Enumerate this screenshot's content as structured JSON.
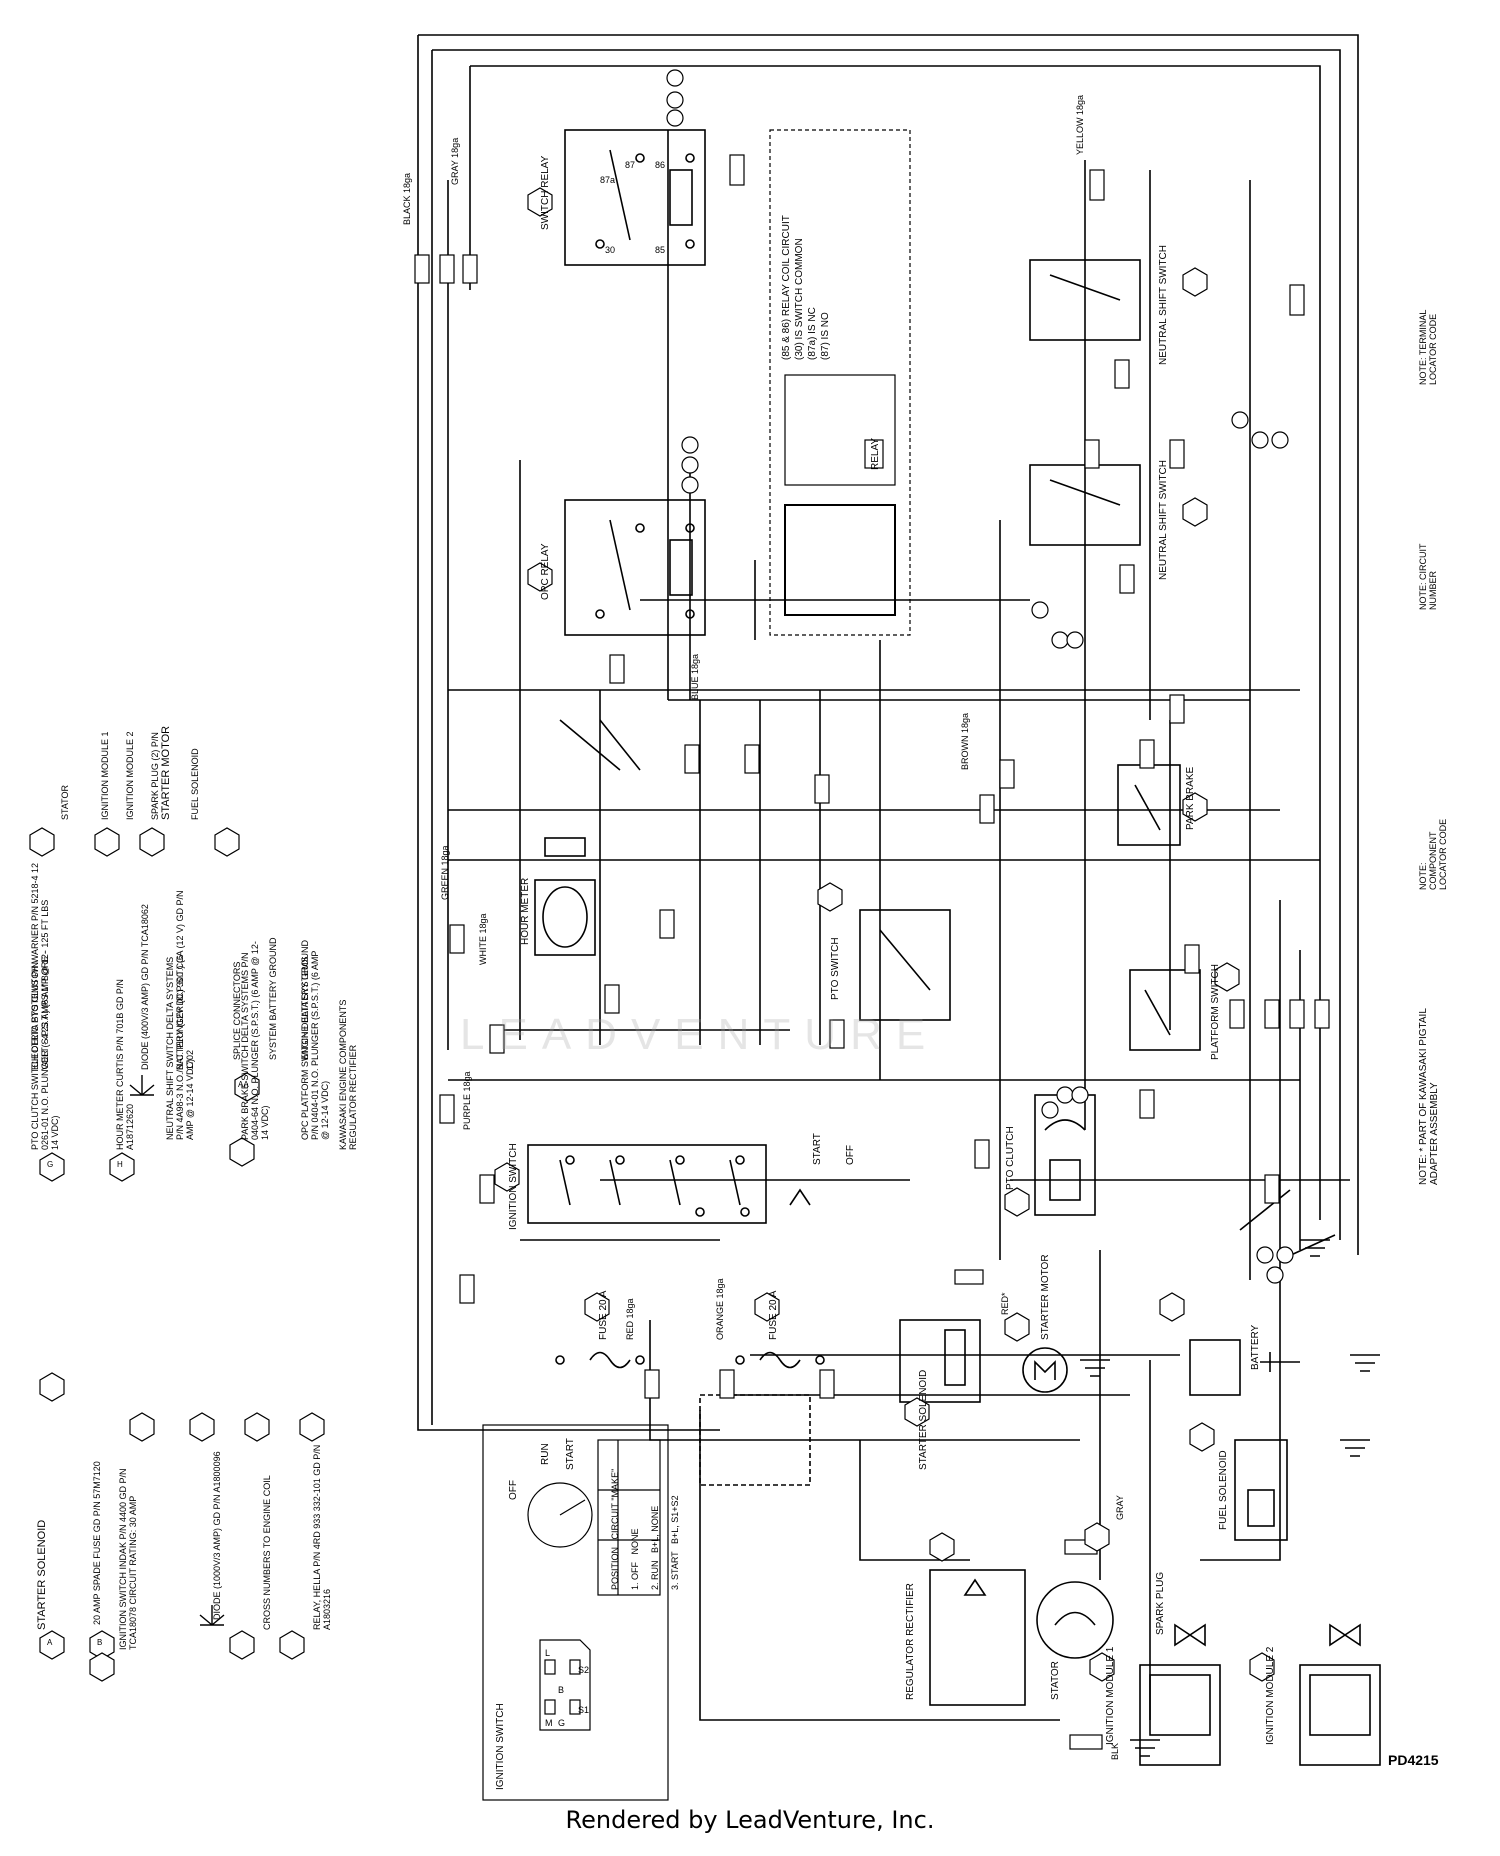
{
  "drawing_code": "PD4215",
  "footer": "Rendered by LeadVenture, Inc.",
  "watermark": "LEADVENTURE",
  "components": {
    "ignition_switch": "IGNITION SWITCH",
    "fuse_left": "FUSE 20 A",
    "fuse_right": "FUSE 20 A",
    "starter_motor": "STARTER MOTOR",
    "starter_solenoid": "STARTER SOLENOID",
    "battery": "BATTERY",
    "fuel_solenoid": "FUEL SOLENOID",
    "regulator_rectifier": "REGULATOR RECTIFIER",
    "stator": "STATOR",
    "ignition_module_1": "IGNITION MODULE 1",
    "ignition_module_2": "IGNITION MODULE 2",
    "spark_plug": "SPARK PLUG",
    "hour_meter": "HOUR METER",
    "pto_switch": "PTO SWITCH",
    "pto_clutch": "PTO CLUTCH",
    "park_brake": "PARK BRAKE",
    "platform_switch": "PLATFORM SWITCH",
    "neutral_switch_1": "NEUTRAL SHIFT SWITCH",
    "neutral_switch_2": "NEUTRAL SHIFT SWITCH",
    "switch_relay": "SWITCH RELAY",
    "opc_relay": "OPC RELAY",
    "relay": "RELAY"
  },
  "relay_legend": [
    "(85 & 86) RELAY COIL CIRCUIT",
    "(30) IS SWITCH COMMON",
    "(87a) IS NC",
    "(87) IS NO"
  ],
  "switch_positions": {
    "off": "OFF",
    "run": "RUN",
    "start": "START"
  },
  "wire_labels": [
    "BLACK 18ga",
    "GRAY 18ga",
    "YELLOW 18ga",
    "WHITE 18ga",
    "PURPLE 18ga",
    "GREEN 18ga",
    "RED 18ga",
    "ORANGE 18ga",
    "BROWN 18ga",
    "BLUE 18ga",
    "BLK",
    "GRAY",
    "RED*"
  ],
  "legend": [
    {
      "id": "A",
      "text": "STARTER SOLENOID"
    },
    {
      "id": "B",
      "text": "20 AMP SPADE FUSE  GD P/N 57M7120"
    },
    {
      "id": "C",
      "text": "IGNITION SWITCH  INDAK P/N 4400  GD P/N TCA18078  CIRCUIT RATING: 30 AMP"
    },
    {
      "id": "D",
      "text": "DIODE (1000V/3 AMP)  GD P/N A1800096"
    },
    {
      "id": "E",
      "text": "CROSS NUMBERS TO ENGINE COIL"
    },
    {
      "id": "F",
      "text": "RELAY, HELLA P/N 4RD 933 332-101  GD P/N A1803216"
    },
    {
      "id": "G",
      "text": "PTO CLUTCH SWITCH  DELTA SYSTEMS P/N 0261-01  N.O. PLUNGER (S.P.S.T.)  (6 AMP @ 12-14 VDC)"
    },
    {
      "id": "H",
      "text": "HOUR METER  CURTIS P/N 701B  GD P/N A18712620"
    },
    {
      "id": "J",
      "text": "NEUTRAL SHIFT SWITCH  DELTA SYSTEMS P/N 4A98-3  N.O./N.C. PLUNGER (D.P.S.T.)  (6 AMP @ 12-14 VDC)"
    },
    {
      "id": "L",
      "text": "PARK BRAKE SWITCH  DELTA SYSTEMS P/N 0404-64  N.O. PLUNGER (S.P.S.T.)  (6 AMP @ 12-14 VDC)"
    },
    {
      "id": "M",
      "text": "OPC PLATFORM SWITCH  DELTA SYSTEMS P/N 0404-01  N.O. PLUNGER (S.P.S.T.)  (6 AMP @ 12-14 VDC)"
    },
    {
      "id": "Q",
      "text": "ELECTRIC PTO CLUTCH  WARNER P/N 5218-4  12 VOLT - 4.23 AMPS  1\" BORE - 125 FT LBS"
    },
    {
      "id": "D",
      "text": "DIODE (400V/3 AMP)  GD P/N TCA18062"
    },
    {
      "id": "V",
      "text": "BATTERY (12V DC)  300 CCA (12 V)  GD P/N 1702"
    },
    {
      "id": "S",
      "text": "SPLICE CONNECTORS"
    },
    {
      "id": "T",
      "text": "SYSTEM BATTERY GROUND"
    },
    {
      "id": "Y",
      "text": "ENGINE BATTERY GROUND"
    },
    {
      "id": "AA",
      "text": "KAWASAKI ENGINE COMPONENTS  REGULATOR RECTIFIER"
    },
    {
      "id": "AB",
      "text": "STATOR"
    },
    {
      "id": "AC",
      "text": "IGNITION MODULE 1"
    },
    {
      "id": "AD",
      "text": "IGNITION MODULE 2"
    },
    {
      "id": "AE",
      "text": "SPARK PLUG (2) P/N"
    },
    {
      "id": "AF",
      "text": "STARTER MOTOR"
    },
    {
      "id": "AG",
      "text": "FUEL SOLENOID"
    }
  ],
  "notes": [
    "NOTE:  * PART OF KAWASAKI PIGTAIL ADAPTER ASSEMBLY",
    "NOTE:  COMPONENT LOCATOR CODE",
    "NOTE:  CIRCUIT NUMBER",
    "NOTE:  TERMINAL LOCATOR CODE"
  ],
  "circuit_table": {
    "headers": [
      "POSITION",
      "CIRCUIT \"MAKE\""
    ],
    "rows": [
      [
        "1. OFF",
        "NONE"
      ],
      [
        "2. RUN",
        "B+L, NONE"
      ],
      [
        "3. START",
        "B+L, S1+S2"
      ]
    ]
  },
  "terminals": [
    "S1",
    "S2",
    "L",
    "B",
    "G",
    "M",
    "30",
    "85",
    "86",
    "87",
    "87a"
  ]
}
